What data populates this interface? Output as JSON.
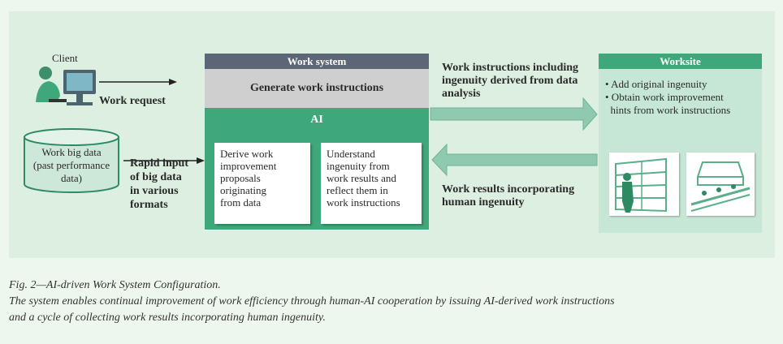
{
  "figure": {
    "client_label": "Client",
    "work_request": "Work request",
    "big_data": [
      "Work big data",
      "(past performance",
      "data)"
    ],
    "rapid_input": [
      "Rapid input",
      "of big data",
      "in various",
      "formats"
    ],
    "work_system": {
      "title": "Work system",
      "generate": "Generate work instructions",
      "ai": "AI",
      "card_left": [
        "Derive work",
        "improvement",
        "proposals",
        "originating",
        "from data"
      ],
      "card_right": [
        "Understand",
        "ingenuity from",
        "work results and",
        "reflect them in",
        "work instructions"
      ]
    },
    "instructions_arrow": [
      "Work instructions including",
      "ingenuity derived from data",
      "analysis"
    ],
    "results_arrow": [
      "Work results incorporating",
      "human ingenuity"
    ],
    "worksite": {
      "title": "Worksite",
      "items": [
        "• Add original ingenuity",
        "• Obtain work improvement",
        "  hints from work instructions"
      ]
    }
  },
  "caption": {
    "title": "Fig. 2—AI-driven Work System Configuration.",
    "line1": "The system enables continual improvement of work efficiency through human-AI cooperation by issuing AI-derived work instructions",
    "line2": "and a cycle of collecting work results incorporating human ingenuity."
  },
  "colors": {
    "teal": "#3fa87a",
    "header_gray": "#5d6676",
    "band_gray": "#cfcfcf",
    "arrow": "#8fcab0"
  },
  "icons": [
    "client-computer-icon",
    "database-icon",
    "factory-worker-photo",
    "assembly-line-photo"
  ]
}
